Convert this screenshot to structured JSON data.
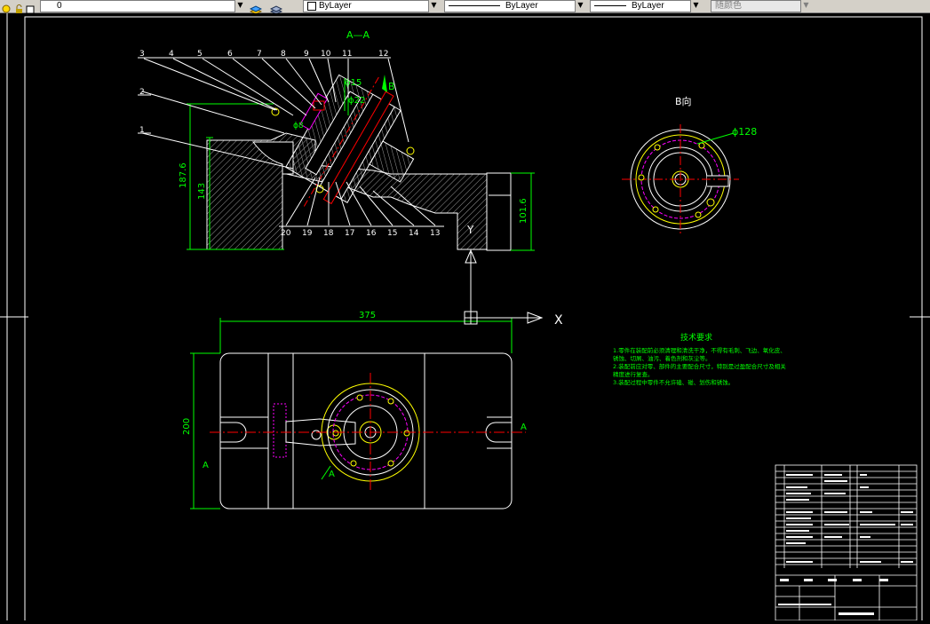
{
  "toolbar": {
    "layer_value": "0",
    "color_value": "ByLayer",
    "linetype_value": "ByLayer",
    "lineweight_value": "ByLayer",
    "plotstyle_value": "随颜色"
  },
  "drawing": {
    "section_title": "A—A",
    "view_b_title": "B向",
    "view_b_diameter": "ϕ128",
    "part_numbers_top": [
      "3",
      "4",
      "5",
      "6",
      "7",
      "8",
      "9",
      "10",
      "11",
      "12"
    ],
    "part_numbers_left": [
      "2",
      "1"
    ],
    "part_numbers_bottom": [
      "20",
      "19",
      "18",
      "17",
      "16",
      "15",
      "14",
      "13"
    ],
    "dim_187": "187.6",
    "dim_143": "143",
    "dim_101": "101.6",
    "dim_375": "375",
    "dim_200": "200",
    "dim_phi15": "ϕ15",
    "dim_phi22": "ϕ22",
    "dim_phi8": "ϕ8",
    "label_b": "B",
    "section_mark_left": "A",
    "section_mark_right": "A",
    "section_mark_bottom": "A",
    "ucs_x": "X",
    "ucs_y": "Y",
    "tech_title": "技术要求",
    "tech_lines": [
      "1.零件在装配前必须清理和清洗干净，不得有毛刺、飞边、氧化皮、",
      "锈蚀、切屑、油污、着色剂和灰尘等。",
      "2.装配前应对零、部件的主要配合尺寸，特别是过盈配合尺寸及相关",
      "精度进行复查。",
      "3.装配过程中零件不允许磕、碰、划伤和锈蚀。"
    ]
  },
  "colors": {
    "outline": "#ffffff",
    "dimension": "#00ff00",
    "centerline": "#ff0000",
    "hidden": "#ff00ff",
    "hatch": "#9a9a9a",
    "yellow": "#ffff00",
    "cyan": "#00ffff"
  }
}
